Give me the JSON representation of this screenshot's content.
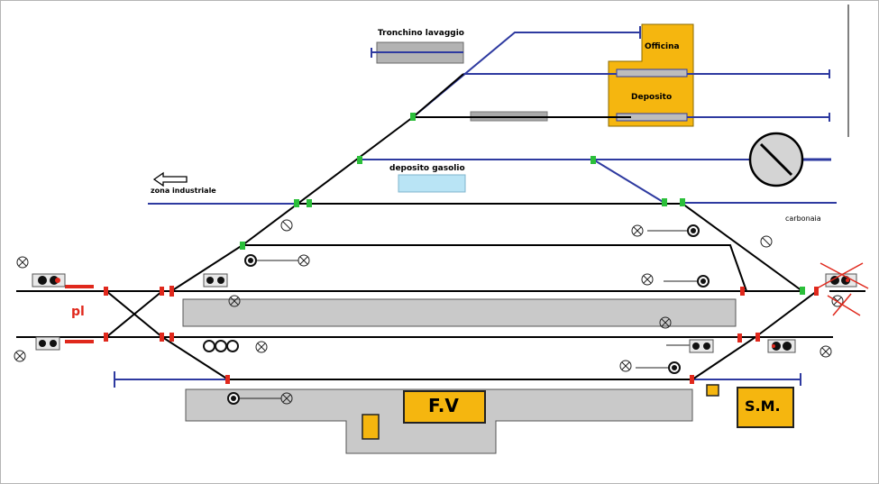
{
  "labels": {
    "tronchino": "Tronchino lavaggio",
    "officina": "Officina",
    "deposito": "Deposito",
    "deposito_gasolio": "deposito gasolio",
    "zona_industriale": "zona industriale",
    "carbonaia": "carbonaia",
    "pl": "pl",
    "fv": "F.V",
    "sm": "S.M."
  },
  "colors": {
    "main_track": "#000000",
    "siding_track": "#2e3aa0",
    "switch_marker": "#2bbf3a",
    "signal_marker": "#e0281c",
    "platform": "#c9c9c9",
    "building": "#f5b60f",
    "fuel_tank": "#b9e4f5"
  },
  "icons": [
    "arrow-left-icon",
    "turntable-icon",
    "signal-icon",
    "crossed-signal-icon"
  ]
}
